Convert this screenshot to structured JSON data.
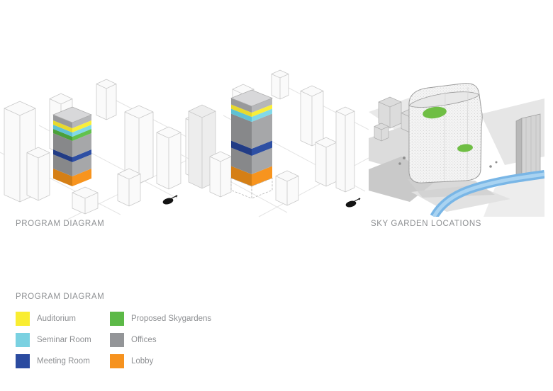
{
  "sheet": {
    "background_color": "#ffffff"
  },
  "captions": {
    "program_diagram": "PROGRAM DIAGRAM",
    "sky_garden_locations": "SKY GARDEN LOCATIONS"
  },
  "legend": {
    "title": "PROGRAM DIAGRAM",
    "items": [
      {
        "label": "Auditorium",
        "color": "#f9ed32"
      },
      {
        "label": "Seminar Room",
        "color": "#7ad1e1"
      },
      {
        "label": "Meeting Room",
        "color": "#2b4ba0"
      },
      {
        "label": "Proposed Skygardens",
        "color": "#5cb947"
      },
      {
        "label": "Offices",
        "color": "#939598"
      },
      {
        "label": "Lobby",
        "color": "#f6921e"
      }
    ]
  },
  "icons": {
    "north_arrow": "north-arrow"
  }
}
